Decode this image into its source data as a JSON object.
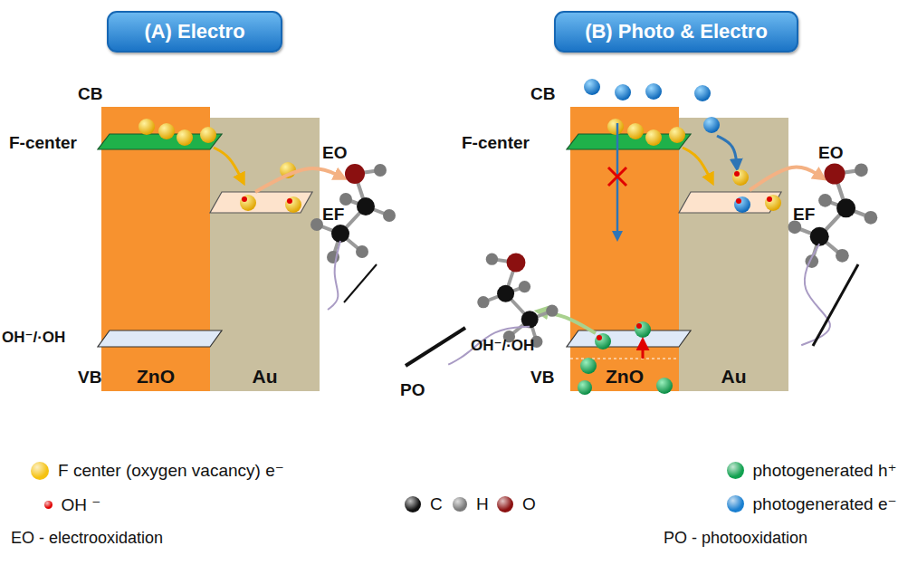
{
  "diagram": {
    "nodes": [
      {
        "text": [
          "(A) Electro"
        ]
      },
      {
        "text": [
          "(B) Photo & Electro"
        ]
      },
      {
        "text": [
          "ZnO"
        ]
      },
      {
        "text": [
          "Au"
        ]
      },
      {
        "text": [
          "ZnO"
        ]
      },
      {
        "text": [
          "Au"
        ]
      }
    ],
    "labels": [
      "CB",
      "F-center",
      "EO",
      "EF",
      "OH⁻/·OH",
      "VB",
      "CB",
      "F-center",
      "EO",
      "EF",
      "OH⁻/·OH",
      "VB",
      "PO",
      "EO - electrooxidation",
      "PO - photooxidation"
    ],
    "legend": [
      {
        "text": "F center (oxygen vacancy) e⁻",
        "color": "#f5c211"
      },
      {
        "text": "OH ⁻",
        "color": "#e00000"
      },
      {
        "text": "C",
        "color": "#111111"
      },
      {
        "text": "H",
        "color": "#7a7a7a"
      },
      {
        "text": "O",
        "color": "#8b1010"
      },
      {
        "text": "photogenerated h⁺",
        "color": "#12a150"
      },
      {
        "text": "photogenerated e⁻",
        "color": "#1a7fd0"
      }
    ]
  }
}
